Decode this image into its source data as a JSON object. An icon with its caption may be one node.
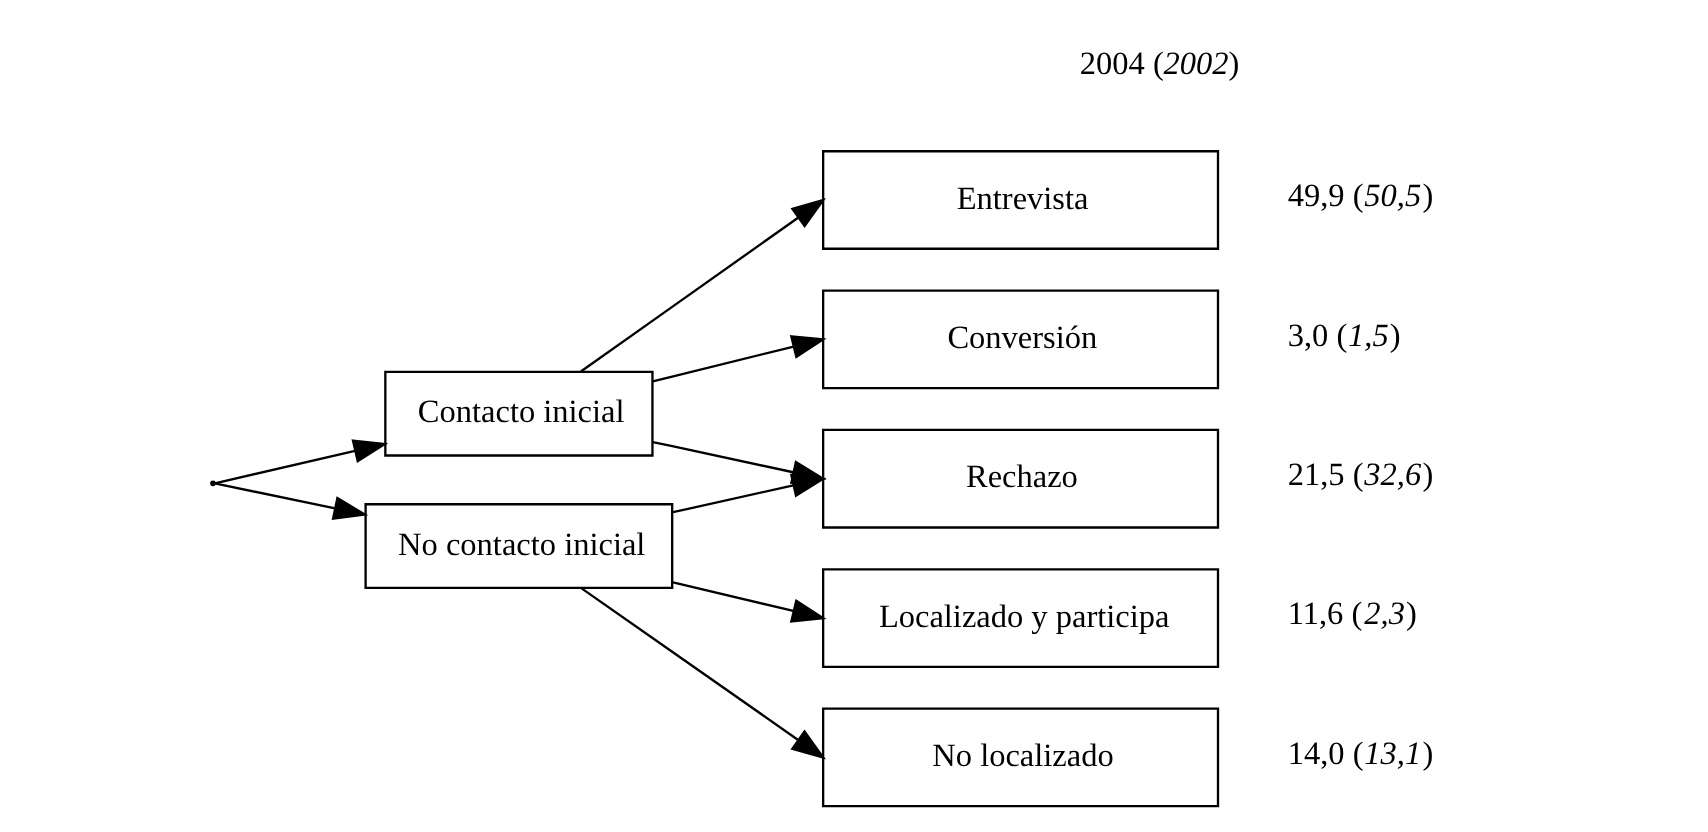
{
  "diagram": {
    "nodes": [
      {
        "text": [],
        "shape": "point"
      },
      {
        "text": [
          "Contacto inicial"
        ]
      },
      {
        "text": [
          "No contacto inicial"
        ]
      },
      {
        "text": [
          "Entrevista"
        ],
        "beside": [
          "49,9 (*50,5*)"
        ]
      },
      {
        "text": [
          "Conversión"
        ],
        "beside": [
          "3,0 (*1,5*)"
        ]
      },
      {
        "text": [
          "Rechazo"
        ],
        "beside": [
          "21,5 (*32,6*)"
        ]
      },
      {
        "text": [
          "Localizado y participa"
        ],
        "beside": [
          "11,6 (*2,3*)"
        ]
      },
      {
        "text": [
          "No localizado"
        ],
        "beside": [
          "14,0 (*13,1*)"
        ]
      }
    ],
    "edges": [
      {
        "from": 0,
        "to": 1,
        "arrow": "to"
      },
      {
        "from": 0,
        "to": 2,
        "arrow": "to"
      },
      {
        "from": 1,
        "to": 3,
        "arrow": "to"
      },
      {
        "from": 1,
        "to": 4,
        "arrow": "to"
      },
      {
        "from": 1,
        "to": 5,
        "arrow": "to"
      },
      {
        "from": 2,
        "to": 5,
        "arrow": "to"
      },
      {
        "from": 2,
        "to": 6,
        "arrow": "to"
      },
      {
        "from": 2,
        "to": 7,
        "arrow": "to"
      }
    ],
    "labels": [
      "2004 (*2002*)"
    ]
  }
}
